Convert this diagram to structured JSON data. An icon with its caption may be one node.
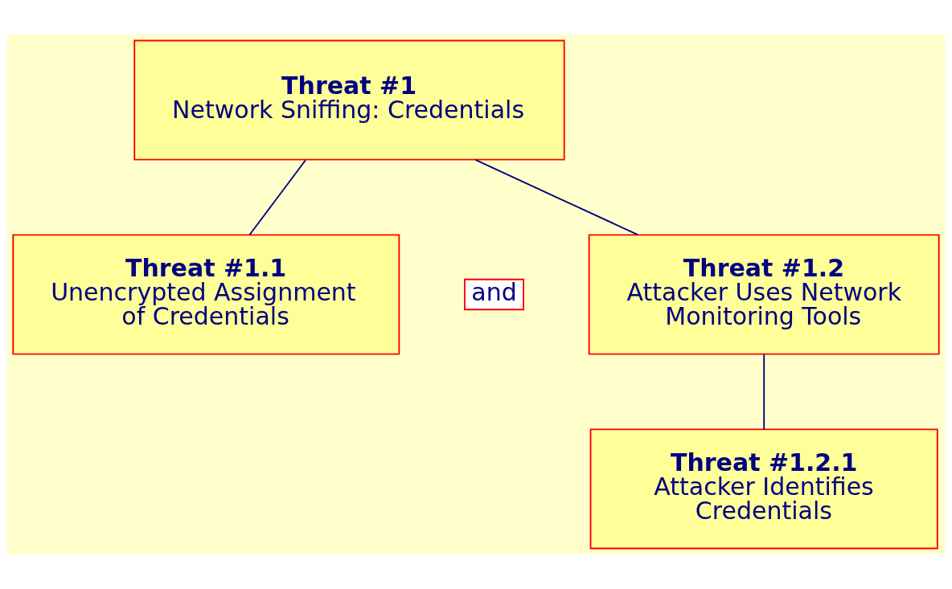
{
  "diagram": {
    "nodes": [
      {
        "text": [
          "Threat #1",
          "Network Sniffing: Credentials"
        ]
      },
      {
        "text": [
          "Threat #1.1",
          "Unencrypted Assignment of Credentials"
        ]
      },
      {
        "text": [
          "Threat #1.2",
          "Attacker Uses Network Monitoring Tools"
        ]
      },
      {
        "text": [
          "Threat #1.2.1",
          "Attacker Identifies Credentials"
        ]
      }
    ],
    "edges": [
      {
        "from": 0,
        "to": 1,
        "arrow": "none"
      },
      {
        "from": 0,
        "to": 2,
        "arrow": "none"
      },
      {
        "from": 2,
        "to": 3,
        "arrow": "none"
      }
    ],
    "labels": [
      "and"
    ]
  }
}
